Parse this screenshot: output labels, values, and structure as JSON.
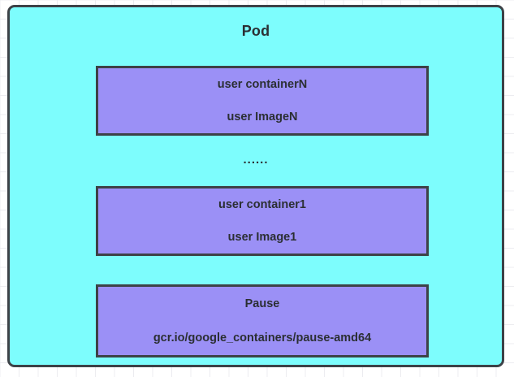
{
  "diagram": {
    "title": "Pod",
    "pod": {
      "label": "Pod",
      "fill_color": "#7dfdfd",
      "border_color": "#3d4247"
    },
    "separator": {
      "label": "......"
    },
    "containers": [
      {
        "id": "container-n",
        "name": "user containerN",
        "image": "user ImageN",
        "fill_color": "#9b90f6",
        "border_color": "#3d4247"
      },
      {
        "id": "container-1",
        "name": "user container1",
        "image": "user Image1",
        "fill_color": "#9b90f6",
        "border_color": "#3d4247"
      },
      {
        "id": "container-pause",
        "name": "Pause",
        "image": "gcr.io/google_containers/pause-amd64",
        "fill_color": "#9b90f6",
        "border_color": "#3d4247"
      }
    ]
  }
}
